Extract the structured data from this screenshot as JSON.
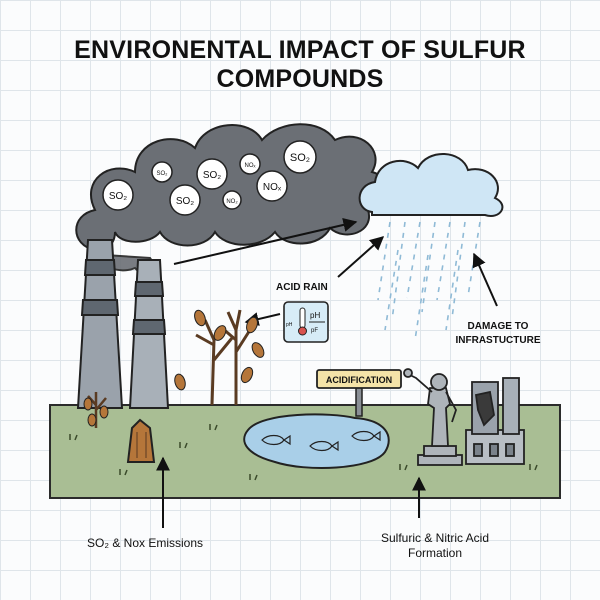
{
  "title": "ENVIRONENTAL IMPACT OF SULFUR COMPOUNDS",
  "labels": {
    "acid_rain": "ACID RAIN",
    "damage_line1": "DAMAGE TO",
    "damage_line2": "INFRASTUCTURE",
    "acidification": "ACIDIFICATION",
    "emissions": "SO₂ & Nox Emissions",
    "acid_formation_line1": "Sulfuric & Nitric Acid",
    "acid_formation_line2": "Formation"
  },
  "smoke_particles": {
    "so2": "SO₂",
    "nox": "NOₓ",
    "no2": "NO₂"
  },
  "ph_meter": {
    "ph_top": "pH",
    "ph_left": "pH",
    "pf": "pF"
  },
  "colors": {
    "smoke": "#6b6f75",
    "cloud": "#cfe6f5",
    "rain": "#8fbad6",
    "ground": "#a9be94",
    "water": "#a9cfe8",
    "sign": "#f4e3a8",
    "chimney": "#9aa2ab"
  }
}
